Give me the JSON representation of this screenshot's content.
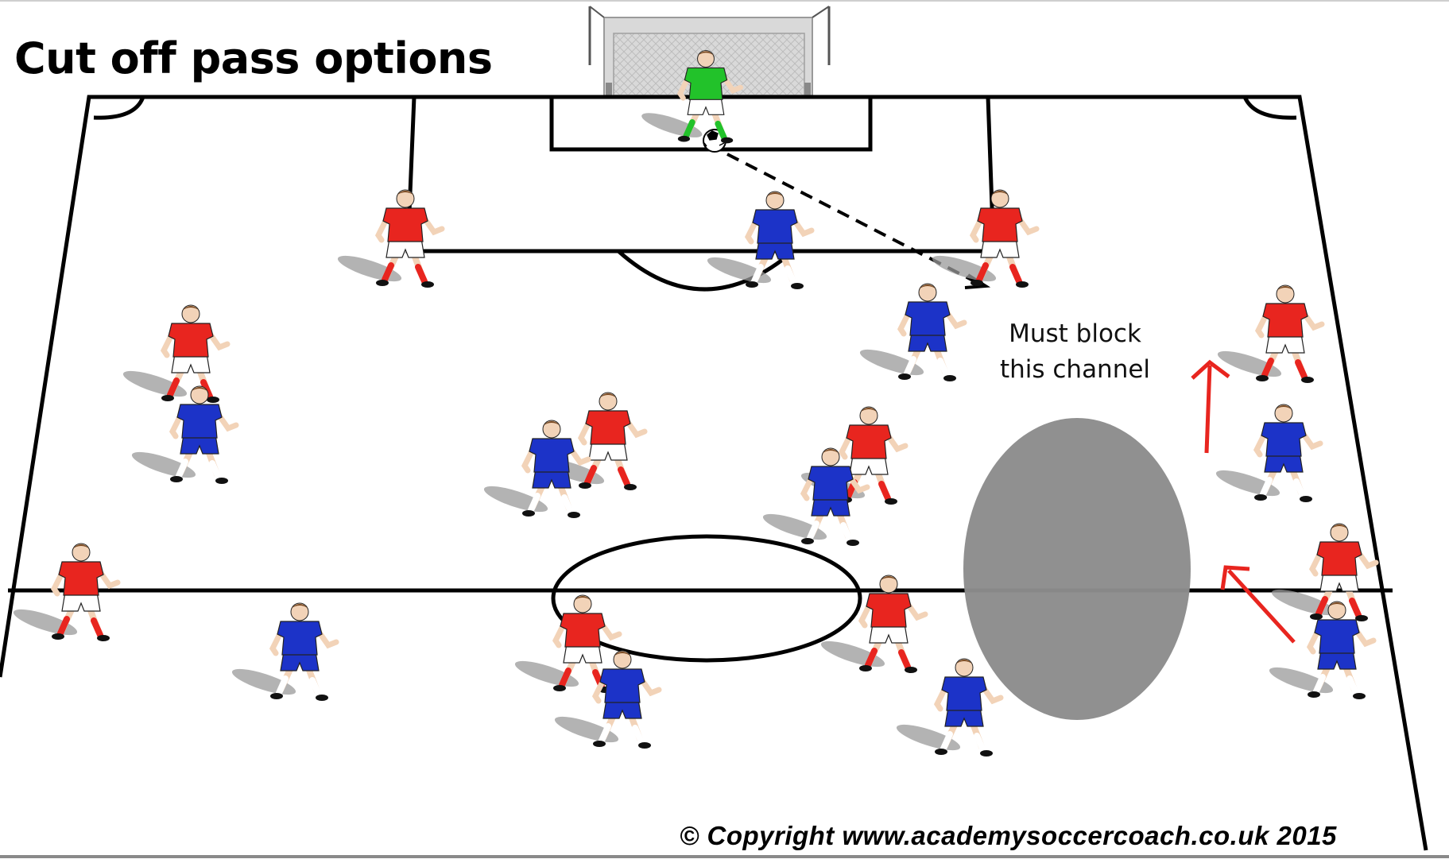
{
  "title": "Cut off pass options",
  "annotation": {
    "line1": "Must block",
    "line2": "this channel"
  },
  "copyright": "© Copyright www.academysoccercoach.co.uk 2015",
  "colors": {
    "red_team": "#e8251f",
    "blue_team": "#1c33c8",
    "goalkeeper": "#22c22a",
    "channel_zone": "#8c8c8c",
    "arrow": "#e8251f",
    "lines": "#000000"
  },
  "players": {
    "goalkeeper": [
      {
        "team": "green",
        "facing": "front"
      }
    ],
    "red": [
      {
        "id": "red-1"
      },
      {
        "id": "red-2"
      },
      {
        "id": "red-3"
      },
      {
        "id": "red-4"
      },
      {
        "id": "red-5"
      },
      {
        "id": "red-6"
      },
      {
        "id": "red-7"
      },
      {
        "id": "red-8"
      },
      {
        "id": "red-9"
      },
      {
        "id": "red-10"
      },
      {
        "id": "red-11"
      }
    ],
    "blue": [
      {
        "id": "blue-1"
      },
      {
        "id": "blue-2"
      },
      {
        "id": "blue-3"
      },
      {
        "id": "blue-4"
      },
      {
        "id": "blue-5"
      },
      {
        "id": "blue-6"
      },
      {
        "id": "blue-7"
      },
      {
        "id": "blue-8"
      },
      {
        "id": "blue-9"
      },
      {
        "id": "blue-10"
      },
      {
        "id": "blue-11"
      }
    ]
  }
}
